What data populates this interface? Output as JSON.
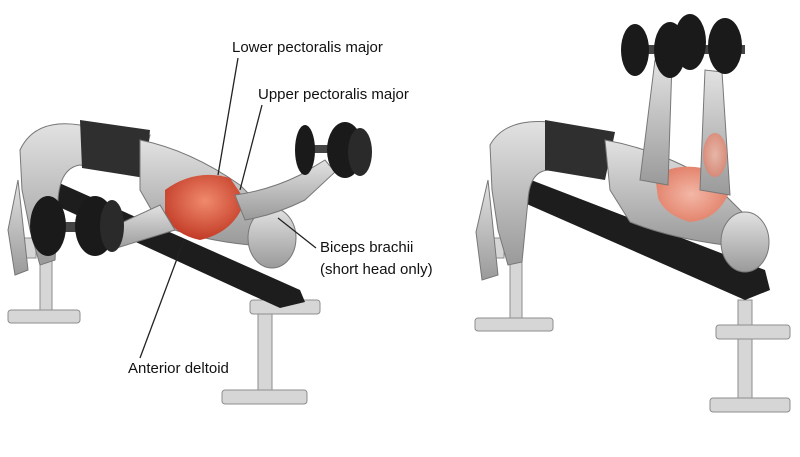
{
  "labels": {
    "lower_pec": "Lower pectoralis major",
    "upper_pec": "Upper pectoralis major",
    "biceps_1": "Biceps brachii",
    "biceps_2": "(short head only)",
    "deltoid": "Anterior deltoid"
  },
  "colors": {
    "muscle_highlight": "#d9513a",
    "muscle_light": "#e8917e",
    "body_grey": "#b9b9b9",
    "bench_black": "#1d1d1d",
    "bench_frame": "#d8d8d8",
    "dumbbell": "#1a1a1a"
  }
}
